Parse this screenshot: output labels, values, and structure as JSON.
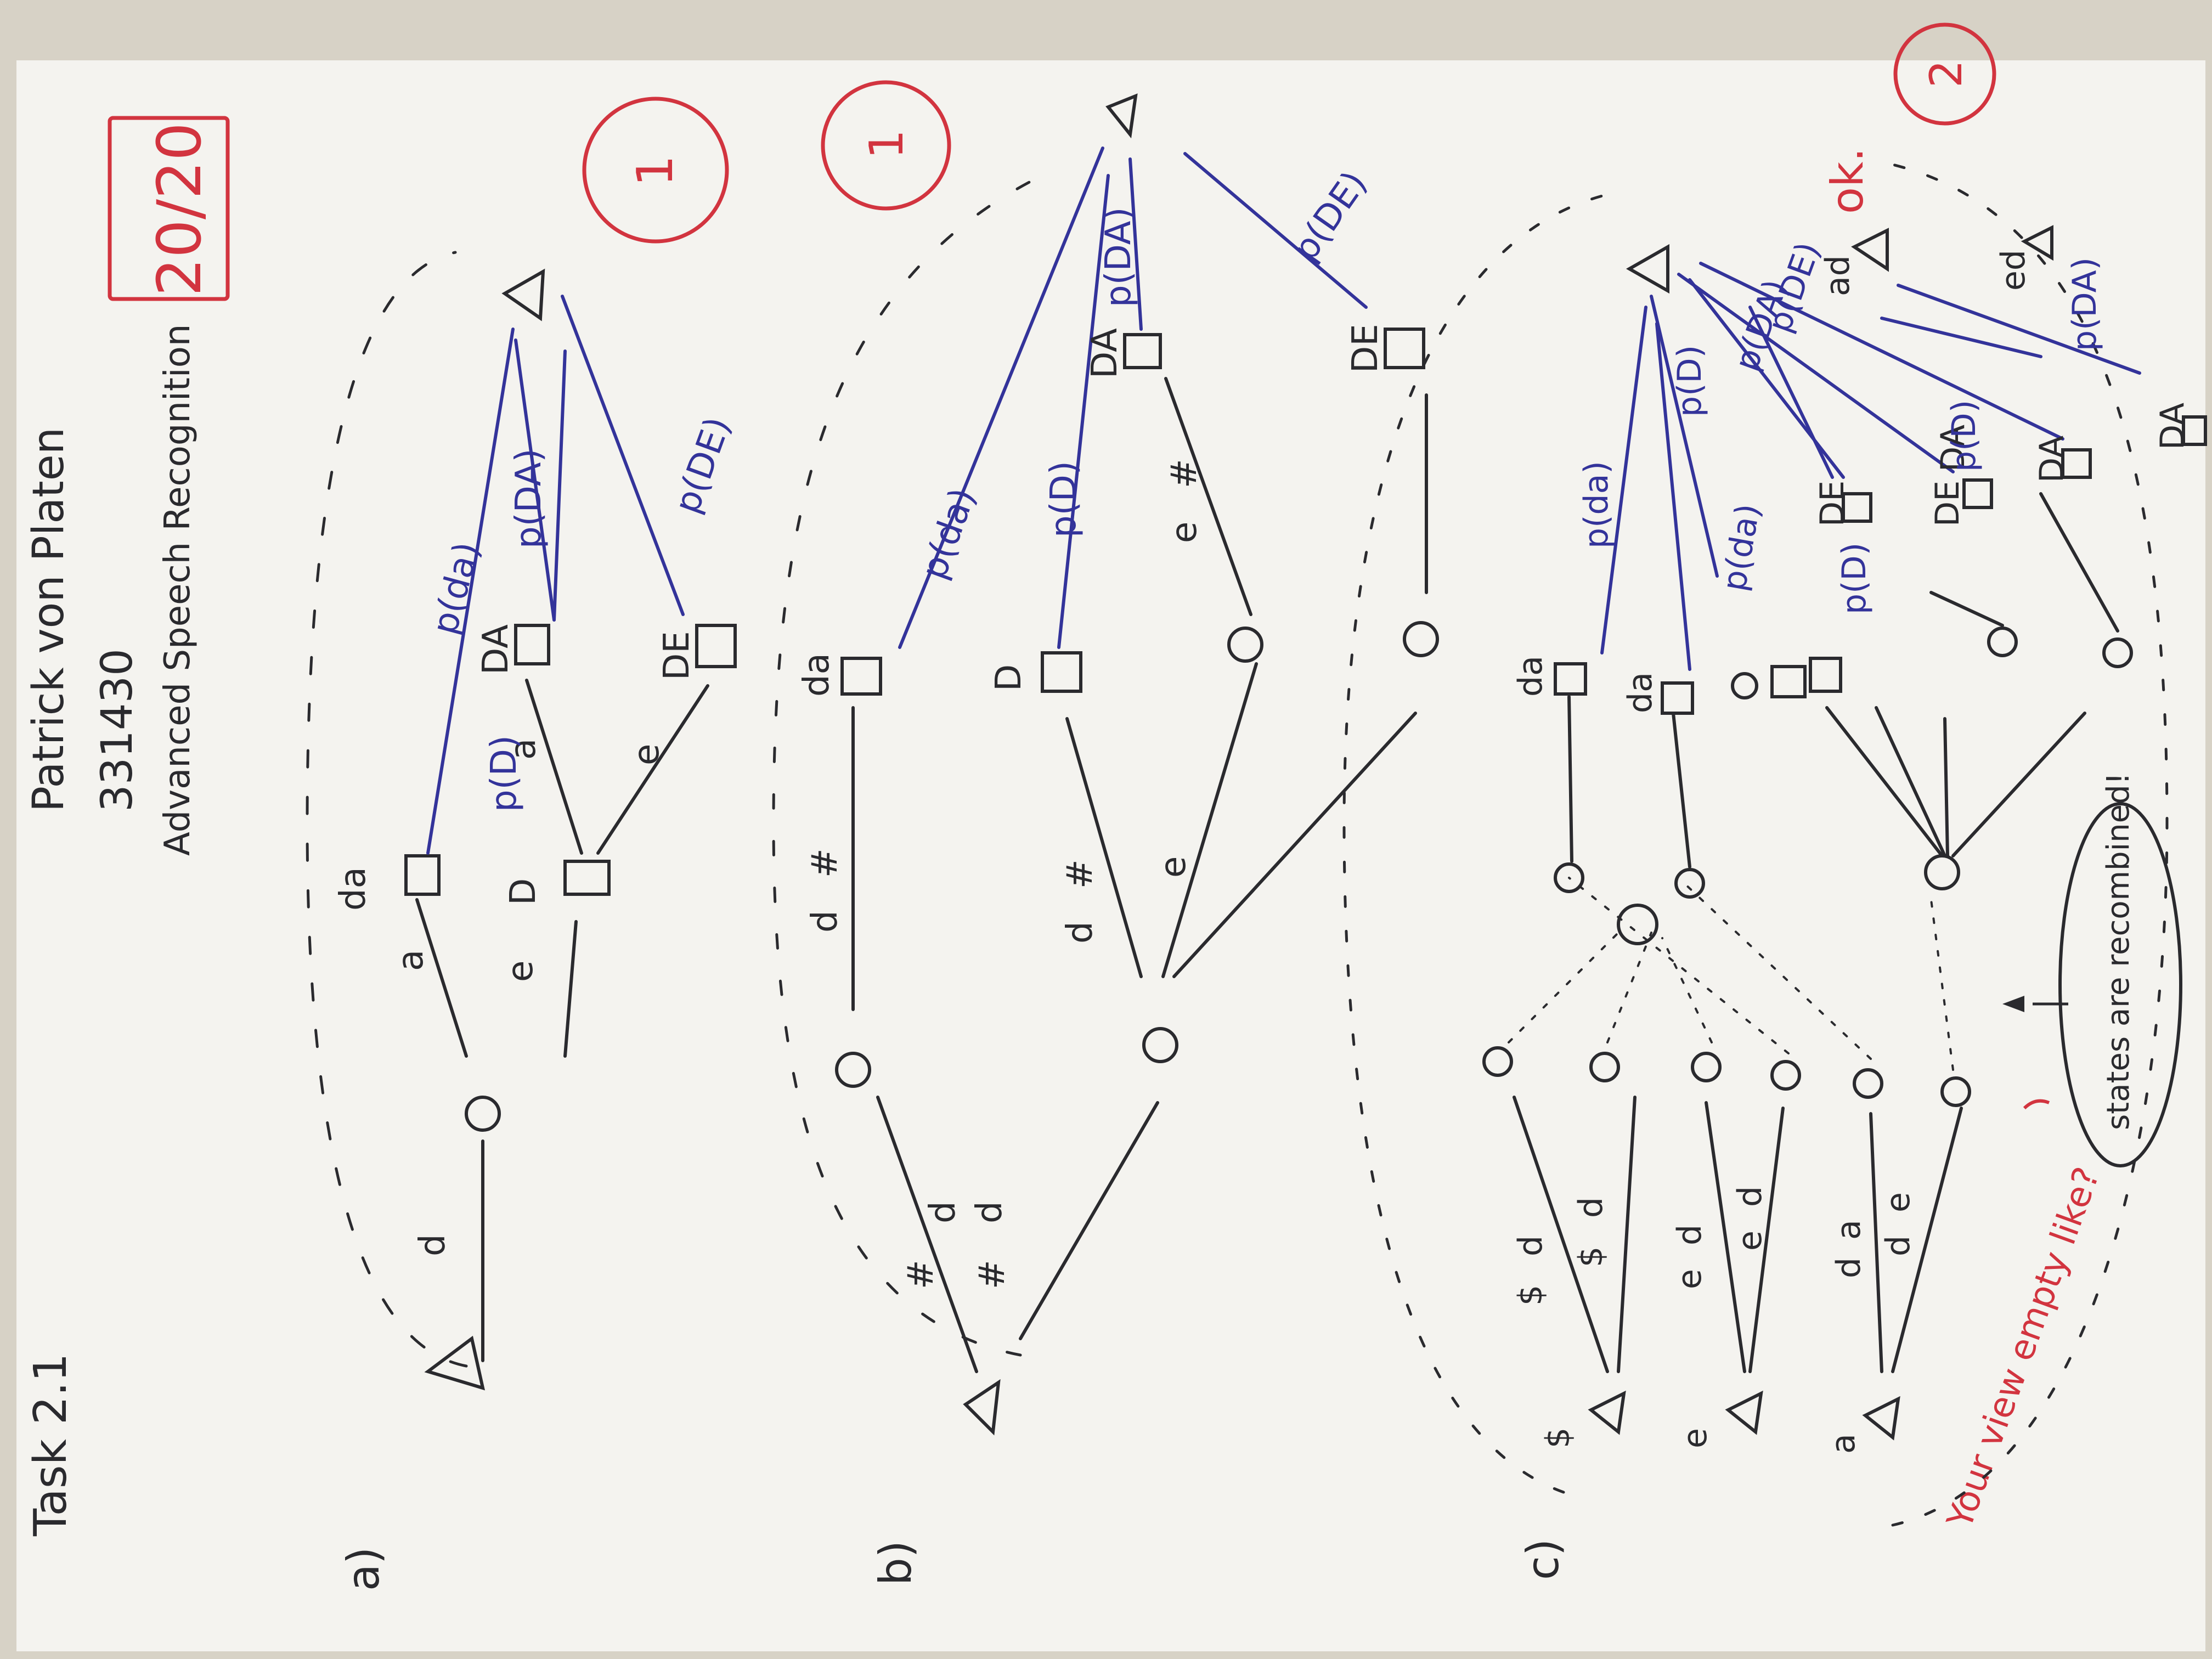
{
  "header": {
    "task": "Task 2.1",
    "name": "Patrick von Platen",
    "id": "331430",
    "course": "Advanced Speech Recognition"
  },
  "grading": {
    "score": "20/20",
    "mark_a": "1",
    "mark_b": "1",
    "mark_c": "2",
    "ok": "ok.",
    "comment": "Your view empty like?",
    "note": "states are recombined!"
  },
  "sections": {
    "a": "a)",
    "b": "b)",
    "c": "c)"
  },
  "diagram_a": {
    "arcs": [
      "d",
      "a",
      "e",
      "a",
      "e"
    ],
    "words": [
      "da",
      "D",
      "DA",
      "DE"
    ],
    "probs": [
      "p(da)",
      "p(D)",
      "p(DA)",
      "p(DE)"
    ]
  },
  "diagram_b": {
    "arcs": [
      "#",
      "#",
      "d",
      "d",
      "#",
      "d",
      "d",
      "e",
      "#",
      "e",
      "#"
    ],
    "words": [
      "da",
      "D",
      "DA",
      "DE"
    ],
    "probs": [
      "p(da)",
      "p(D)",
      "p(DA)",
      "p(DE)"
    ]
  },
  "diagram_c": {
    "prefixes": [
      "$",
      "e",
      "a"
    ],
    "labels_left": [
      "$",
      "d",
      "$",
      "d",
      "e",
      "d",
      "e",
      "d",
      "d",
      "a",
      "d",
      "e"
    ],
    "words": [
      "da",
      "da",
      "DA",
      "DE",
      "DE",
      "DA",
      "DA",
      "ad",
      "ed"
    ],
    "probs": [
      "p(da)",
      "p(da)",
      "p(D)",
      "p(D)",
      "p(DA)",
      "p(DE)",
      "p(DA)",
      "p(D)"
    ]
  },
  "colors": {
    "pen_black": "#2a2a2e",
    "pen_blue": "#33339a",
    "pen_red": "#d2343f",
    "paper": "#f4f3ef",
    "table": "#d7d2c6"
  }
}
